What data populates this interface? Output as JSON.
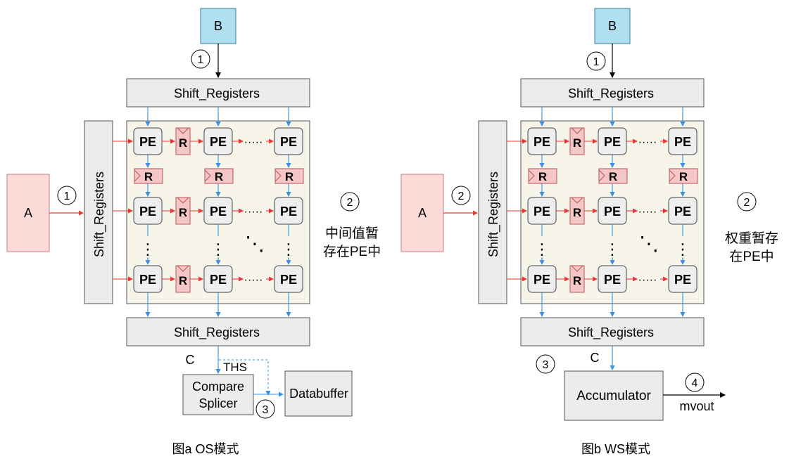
{
  "colors": {
    "input_box": "#fadbd8",
    "input_box_stroke": "#c97d7d",
    "b_box": "#b0dff0",
    "b_box_stroke": "#3b7a9b",
    "register_fill": "#ececec",
    "register_stroke": "#555555",
    "array_fill": "#f7f4ea",
    "pe_fill": "#eeeeee",
    "r_fill": "#f4c6c6",
    "red_arrow": "#e53935",
    "blue_arrow": "#3a8fe0",
    "black": "#000000"
  },
  "common": {
    "pe_label": "PE",
    "r_label": "R",
    "shift_registers": "Shift_Registers",
    "input_a": "A",
    "input_b": "B",
    "output_c": "C",
    "dots_h": "·····",
    "dots_v": "⋮",
    "dots_d": "⋱"
  },
  "left": {
    "caption": "图a OS模式",
    "step_b": "1",
    "step_a": "1",
    "step_note": "2",
    "note_line1": "中间值暂",
    "note_line2": "存在PE中",
    "ths_label": "THS",
    "compare_line1": "Compare",
    "compare_line2": "Splicer",
    "databuffer": "Databuffer",
    "step_out": "3"
  },
  "right": {
    "caption": "图b WS模式",
    "step_b": "1",
    "step_a": "2",
    "step_note": "2",
    "note_line1": "权重暂存",
    "note_line2": "在PE中",
    "step_c": "3",
    "accumulator": "Accumulator",
    "step_out": "4",
    "mvout": "mvout"
  }
}
